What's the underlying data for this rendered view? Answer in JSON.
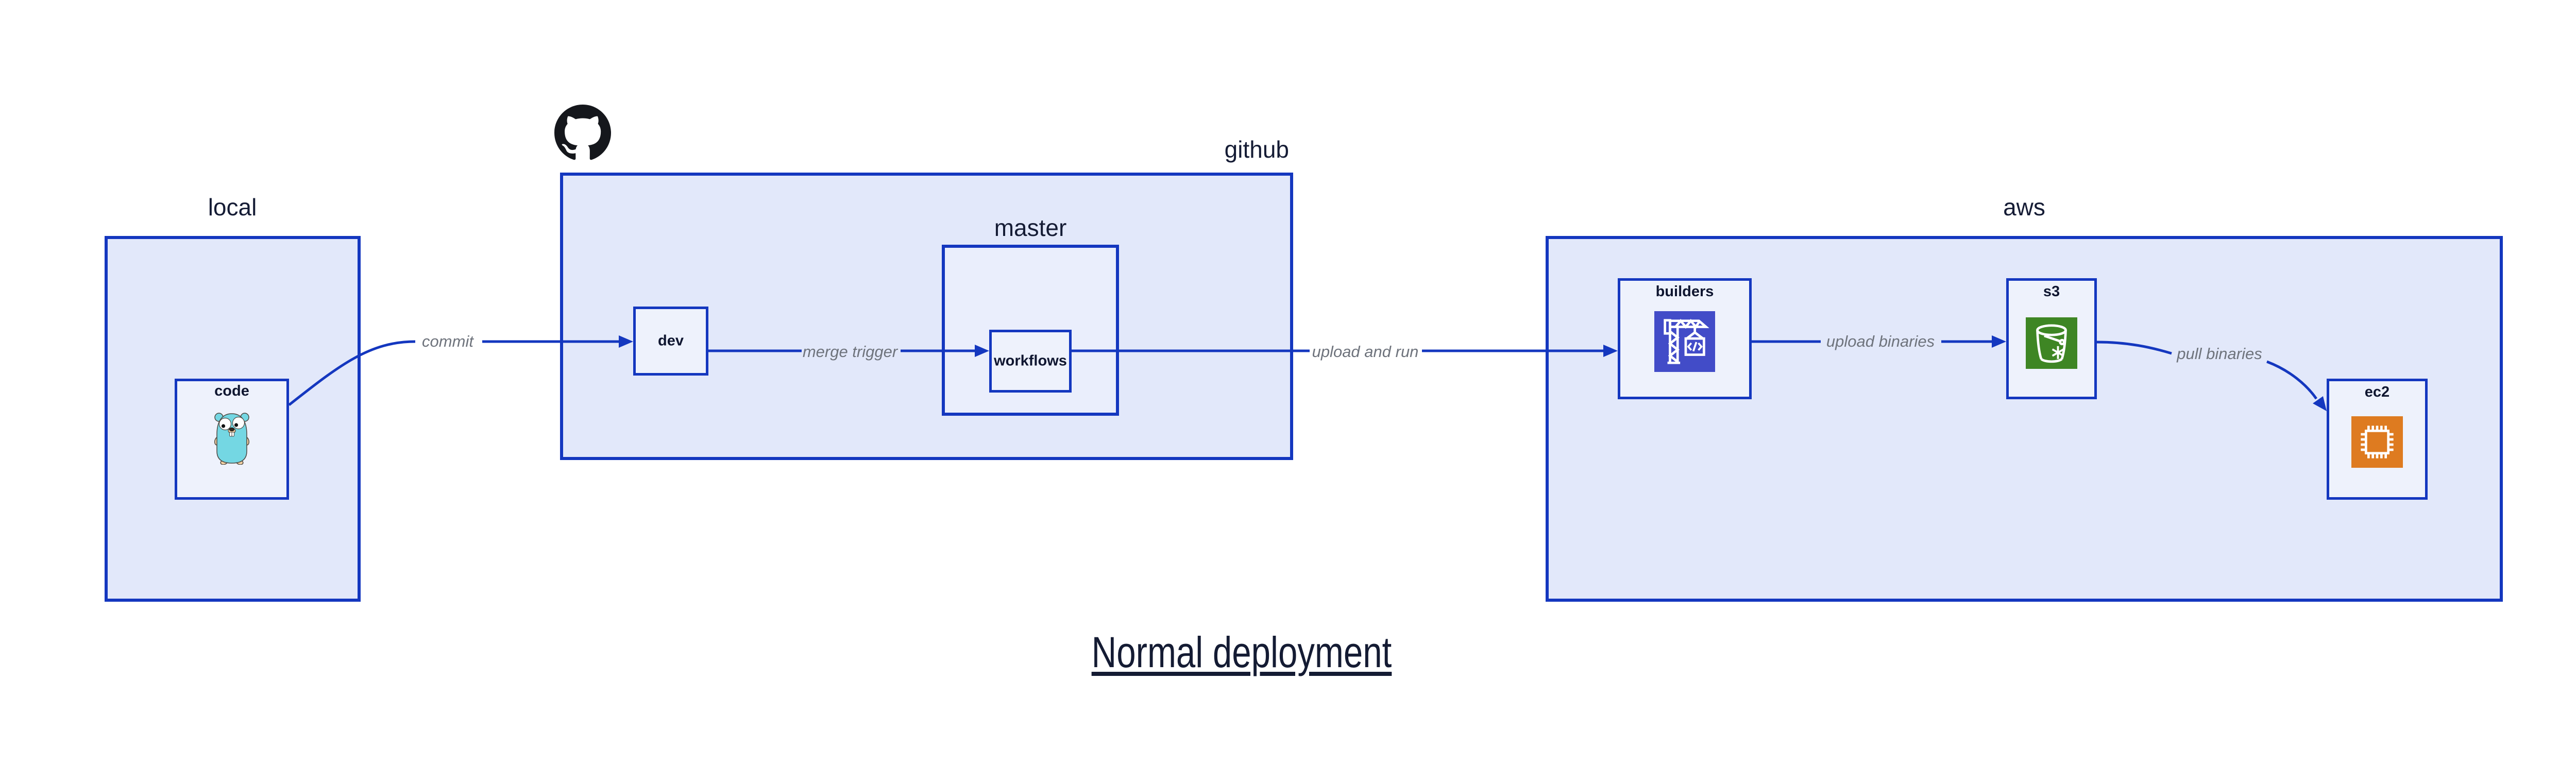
{
  "title": "Normal deployment",
  "colors": {
    "border_blue": "#1437bf",
    "container_fill": "#e2e8fa",
    "node_fill": "#eef2fc",
    "edge_label_gray": "#6e737c",
    "text_navy": "#141b33",
    "builders_icon_bg": "#424cc8",
    "s3_icon_bg": "#3e8624",
    "ec2_icon_bg": "#de7b20",
    "gopher_teal": "#74d7e3",
    "octocat_black": "#15171c"
  },
  "containers": [
    {
      "id": "local",
      "label": "local"
    },
    {
      "id": "github",
      "label": "github",
      "icon": "github-octocat-icon"
    },
    {
      "id": "master",
      "label": "master"
    },
    {
      "id": "aws",
      "label": "aws"
    }
  ],
  "nodes": [
    {
      "id": "code",
      "label": "code",
      "icon": "go-gopher-icon"
    },
    {
      "id": "dev",
      "label": "dev"
    },
    {
      "id": "workflows",
      "label": "workflows"
    },
    {
      "id": "builders",
      "label": "builders",
      "icon": "codebuild-crane-icon"
    },
    {
      "id": "s3",
      "label": "s3",
      "icon": "s3-bucket-icon"
    },
    {
      "id": "ec2",
      "label": "ec2",
      "icon": "ec2-chip-icon"
    }
  ],
  "edges": [
    {
      "from": "code",
      "to": "dev",
      "label": "commit"
    },
    {
      "from": "dev",
      "to": "workflows",
      "label": "merge trigger"
    },
    {
      "from": "workflows",
      "to": "builders",
      "label": "upload and run"
    },
    {
      "from": "builders",
      "to": "s3",
      "label": "upload binaries"
    },
    {
      "from": "s3",
      "to": "ec2",
      "label": "pull binaries"
    }
  ]
}
